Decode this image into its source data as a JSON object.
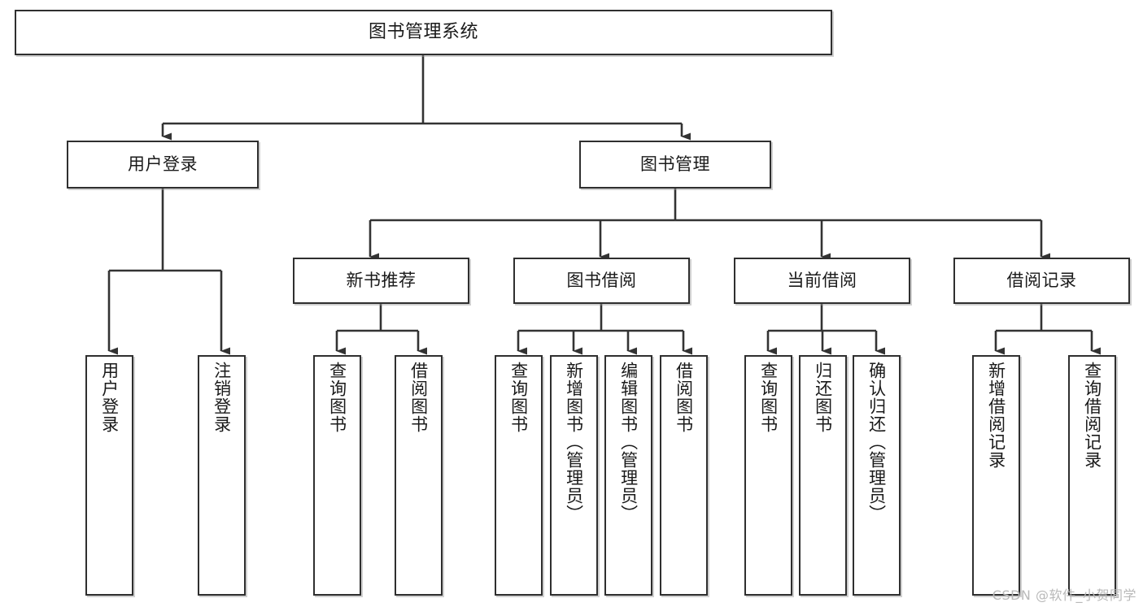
{
  "diagram": {
    "title": "图书管理系统",
    "type": "tree-hierarchy",
    "root": {
      "label": "图书管理系统"
    },
    "level2": [
      {
        "label": "用户登录"
      },
      {
        "label": "图书管理"
      }
    ],
    "level3": [
      {
        "label": "新书推荐"
      },
      {
        "label": "图书借阅"
      },
      {
        "label": "当前借阅"
      },
      {
        "label": "借阅记录"
      }
    ],
    "leaves": {
      "user_login": [
        {
          "label": "用户登录"
        },
        {
          "label": "注销登录"
        }
      ],
      "new_book_recommend": [
        {
          "label": "查询图书"
        },
        {
          "label": "借阅图书"
        }
      ],
      "book_borrow": [
        {
          "label": "查询图书"
        },
        {
          "label": "新增图书（管理员）"
        },
        {
          "label": "编辑图书（管理员）"
        },
        {
          "label": "借阅图书"
        }
      ],
      "current_borrow": [
        {
          "label": "查询图书"
        },
        {
          "label": "归还图书"
        },
        {
          "label": "确认归还（管理员）"
        }
      ],
      "borrow_record": [
        {
          "label": "新增借阅记录"
        },
        {
          "label": "查询借阅记录"
        }
      ]
    }
  },
  "watermark": {
    "text": "CSDN @软件_小贺同学"
  },
  "colors": {
    "border": "#2f2f2f",
    "text": "#1a1a1a",
    "background": "#ffffff",
    "connector": "#333333",
    "watermark": "#b9b9b9"
  }
}
